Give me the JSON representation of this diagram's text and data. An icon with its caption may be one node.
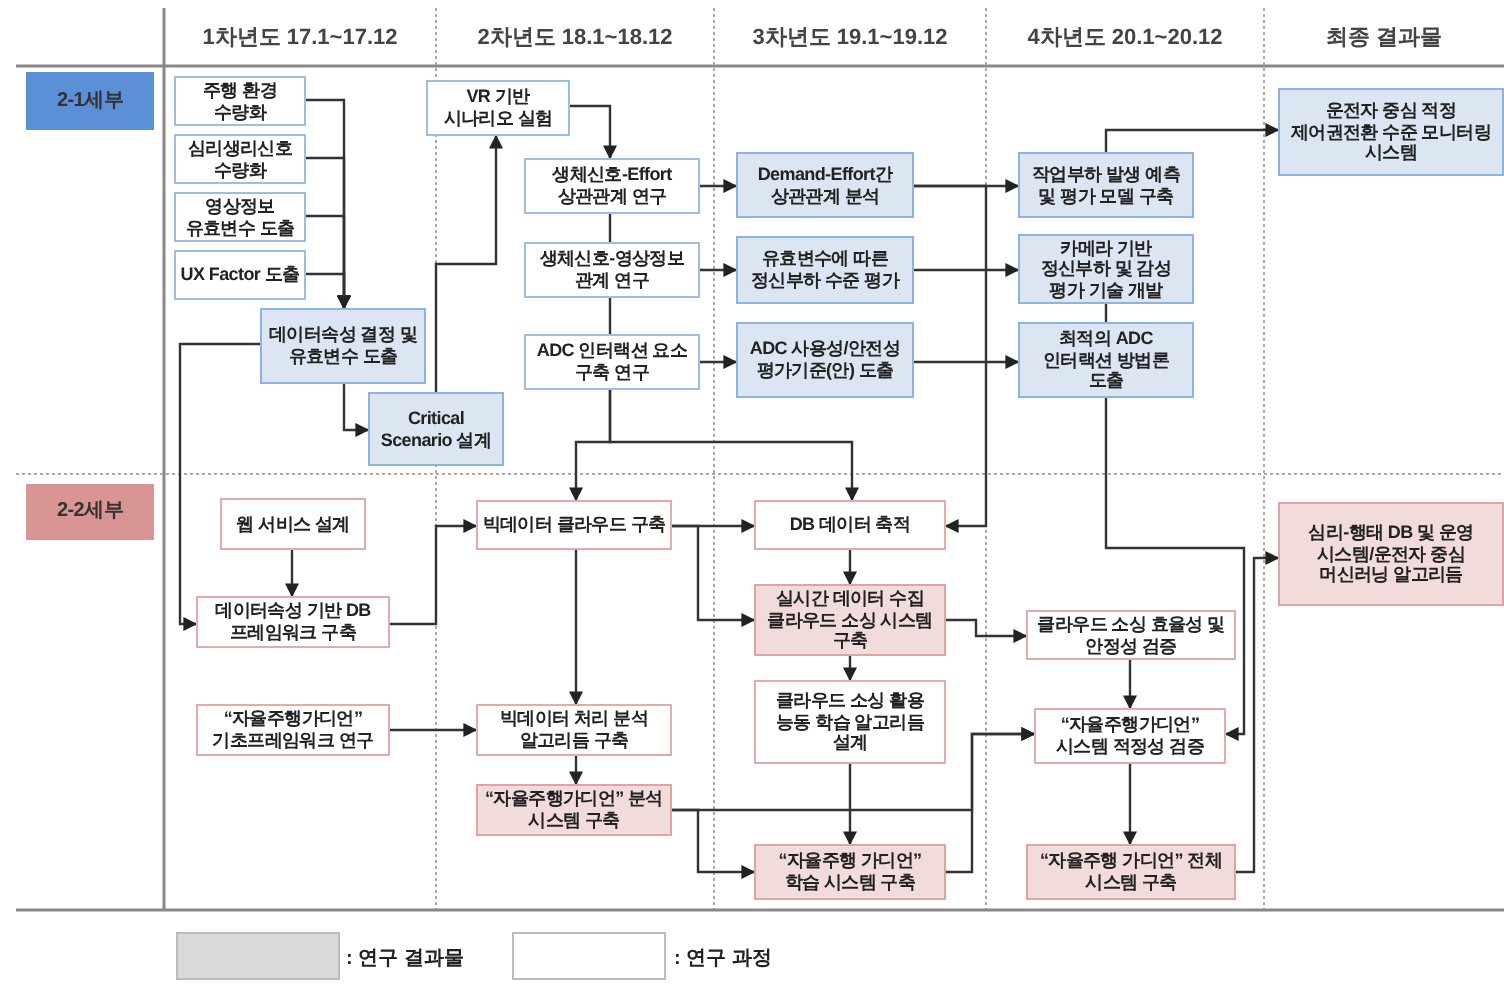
{
  "diagram": {
    "nodes": [
      {
        "text": [
          "2-1세부"
        ]
      },
      {
        "text": [
          "2-2세부"
        ]
      },
      {
        "text": [
          "주행 환경 수량화"
        ]
      },
      {
        "text": [
          "심리생리신호 수량화"
        ]
      },
      {
        "text": [
          "영상정보 유효변수 도출"
        ]
      },
      {
        "text": [
          "UX Factor 도출"
        ]
      },
      {
        "text": [
          "데이터속성 결정 및 유효변수 도출"
        ]
      },
      {
        "text": [
          "Critical Scenario 설계"
        ]
      },
      {
        "text": [
          "VR 기반 시나리오 실험"
        ]
      },
      {
        "text": [
          "생체신호-Effort 상관관계 연구"
        ]
      },
      {
        "text": [
          "생체신호-영상정보 관계 연구"
        ]
      },
      {
        "text": [
          "ADC 인터랙션 요소 구축 연구"
        ]
      },
      {
        "text": [
          "Demand-Effort간 상관관계 분석"
        ]
      },
      {
        "text": [
          "유효변수에 따른 정신부하 수준 평가"
        ]
      },
      {
        "text": [
          "ADC 사용성/안전성 평가기준(안) 도출"
        ]
      },
      {
        "text": [
          "작업부하 발생 예측 및 평가 모델 구축"
        ]
      },
      {
        "text": [
          "카메라 기반 정신부하 및 감성 평가 기술 개발"
        ]
      },
      {
        "text": [
          "최적의 ADC 인터랙션 방법론 도출"
        ]
      },
      {
        "text": [
          "운전자 중심 적정 제어권전환 수준 모니터링 시스템"
        ]
      },
      {
        "text": [
          "웹 서비스 설계"
        ]
      },
      {
        "text": [
          "데이터속성 기반 DB 프레임워크 구축"
        ]
      },
      {
        "text": [
          "빅데이터 클라우드 구축"
        ]
      },
      {
        "text": [
          "DB 데이터 축적"
        ]
      },
      {
        "text": [
          "실시간 데이터 수집 클라우드 소싱 시스템 구축"
        ]
      },
      {
        "text": [
          "클라우드 소싱 활용 능동 학습 알고리듬 설계"
        ]
      },
      {
        "text": [
          "클라우드 소싱 효율성 및 안정성 검증"
        ]
      },
      {
        "text": [
          "“자율주행가디언” 기초프레임워크 연구"
        ]
      },
      {
        "text": [
          "빅데이터 처리 분석 알고리듬 구축"
        ]
      },
      {
        "text": [
          "“자율주행가디언” 분석 시스템 구축"
        ]
      },
      {
        "text": [
          "“자율주행 가디언” 학습 시스템 구축"
        ]
      },
      {
        "text": [
          "“자율주행가디언” 시스템 적정성 검증"
        ]
      },
      {
        "text": [
          "“자율주행 가디언” 전체 시스템 구축"
        ]
      },
      {
        "text": [
          "심리-행태 DB 및 운영 시스템/운전자 중심 머신러닝 알고리듬"
        ]
      }
    ],
    "edges": [
      {
        "from": 2,
        "to": 6,
        "arrow": "to"
      },
      {
        "from": 3,
        "to": 6,
        "arrow": "to"
      },
      {
        "from": 4,
        "to": 6,
        "arrow": "to"
      },
      {
        "from": 5,
        "to": 6,
        "arrow": "to"
      },
      {
        "from": 6,
        "to": 7,
        "arrow": "to"
      },
      {
        "from": 7,
        "to": 8,
        "arrow": "to"
      },
      {
        "from": 8,
        "to": 9,
        "arrow": "to"
      },
      {
        "from": 9,
        "to": 10,
        "arrow": "none"
      },
      {
        "from": 10,
        "to": 11,
        "arrow": "none"
      },
      {
        "from": 9,
        "to": 12,
        "arrow": "to"
      },
      {
        "from": 10,
        "to": 13,
        "arrow": "to"
      },
      {
        "from": 11,
        "to": 14,
        "arrow": "to"
      },
      {
        "from": 12,
        "to": 15,
        "arrow": "to"
      },
      {
        "from": 13,
        "to": 16,
        "arrow": "to"
      },
      {
        "from": 14,
        "to": 17,
        "arrow": "to"
      },
      {
        "from": 15,
        "to": 18,
        "arrow": "to"
      },
      {
        "from": 16,
        "to": 17,
        "arrow": "none"
      },
      {
        "from": 12,
        "to": 22,
        "arrow": "to"
      },
      {
        "from": 11,
        "to": 21,
        "arrow": "to"
      },
      {
        "from": 11,
        "to": 22,
        "arrow": "to"
      },
      {
        "from": 17,
        "to": 30,
        "arrow": "to"
      },
      {
        "from": 6,
        "to": 20,
        "arrow": "to"
      },
      {
        "from": 19,
        "to": 20,
        "arrow": "to"
      },
      {
        "from": 20,
        "to": 21,
        "arrow": "to"
      },
      {
        "from": 21,
        "to": 22,
        "arrow": "to"
      },
      {
        "from": 21,
        "to": 23,
        "arrow": "to"
      },
      {
        "from": 21,
        "to": 27,
        "arrow": "to"
      },
      {
        "from": 26,
        "to": 27,
        "arrow": "to"
      },
      {
        "from": 27,
        "to": 28,
        "arrow": "to"
      },
      {
        "from": 28,
        "to": 29,
        "arrow": "to"
      },
      {
        "from": 28,
        "to": 30,
        "arrow": "to"
      },
      {
        "from": 29,
        "to": 30,
        "arrow": "to"
      },
      {
        "from": 22,
        "to": 23,
        "arrow": "to"
      },
      {
        "from": 23,
        "to": 24,
        "arrow": "to"
      },
      {
        "from": 24,
        "to": 29,
        "arrow": "to"
      },
      {
        "from": 23,
        "to": 25,
        "arrow": "to"
      },
      {
        "from": 25,
        "to": 30,
        "arrow": "to"
      },
      {
        "from": 30,
        "to": 31,
        "arrow": "to"
      },
      {
        "from": 31,
        "to": 32,
        "arrow": "to"
      }
    ],
    "labels": [
      "1차년도 17.1~17.12",
      "2차년도 18.1~18.12",
      "3차년도 19.1~19.12",
      "4차년도 20.1~20.12",
      "최종 결과물"
    ],
    "legend": [
      {
        "text": ": 연구 결과물",
        "color": "#d9d9d9"
      },
      {
        "text": ": 연구 과정",
        "color": "#ffffff"
      }
    ]
  }
}
